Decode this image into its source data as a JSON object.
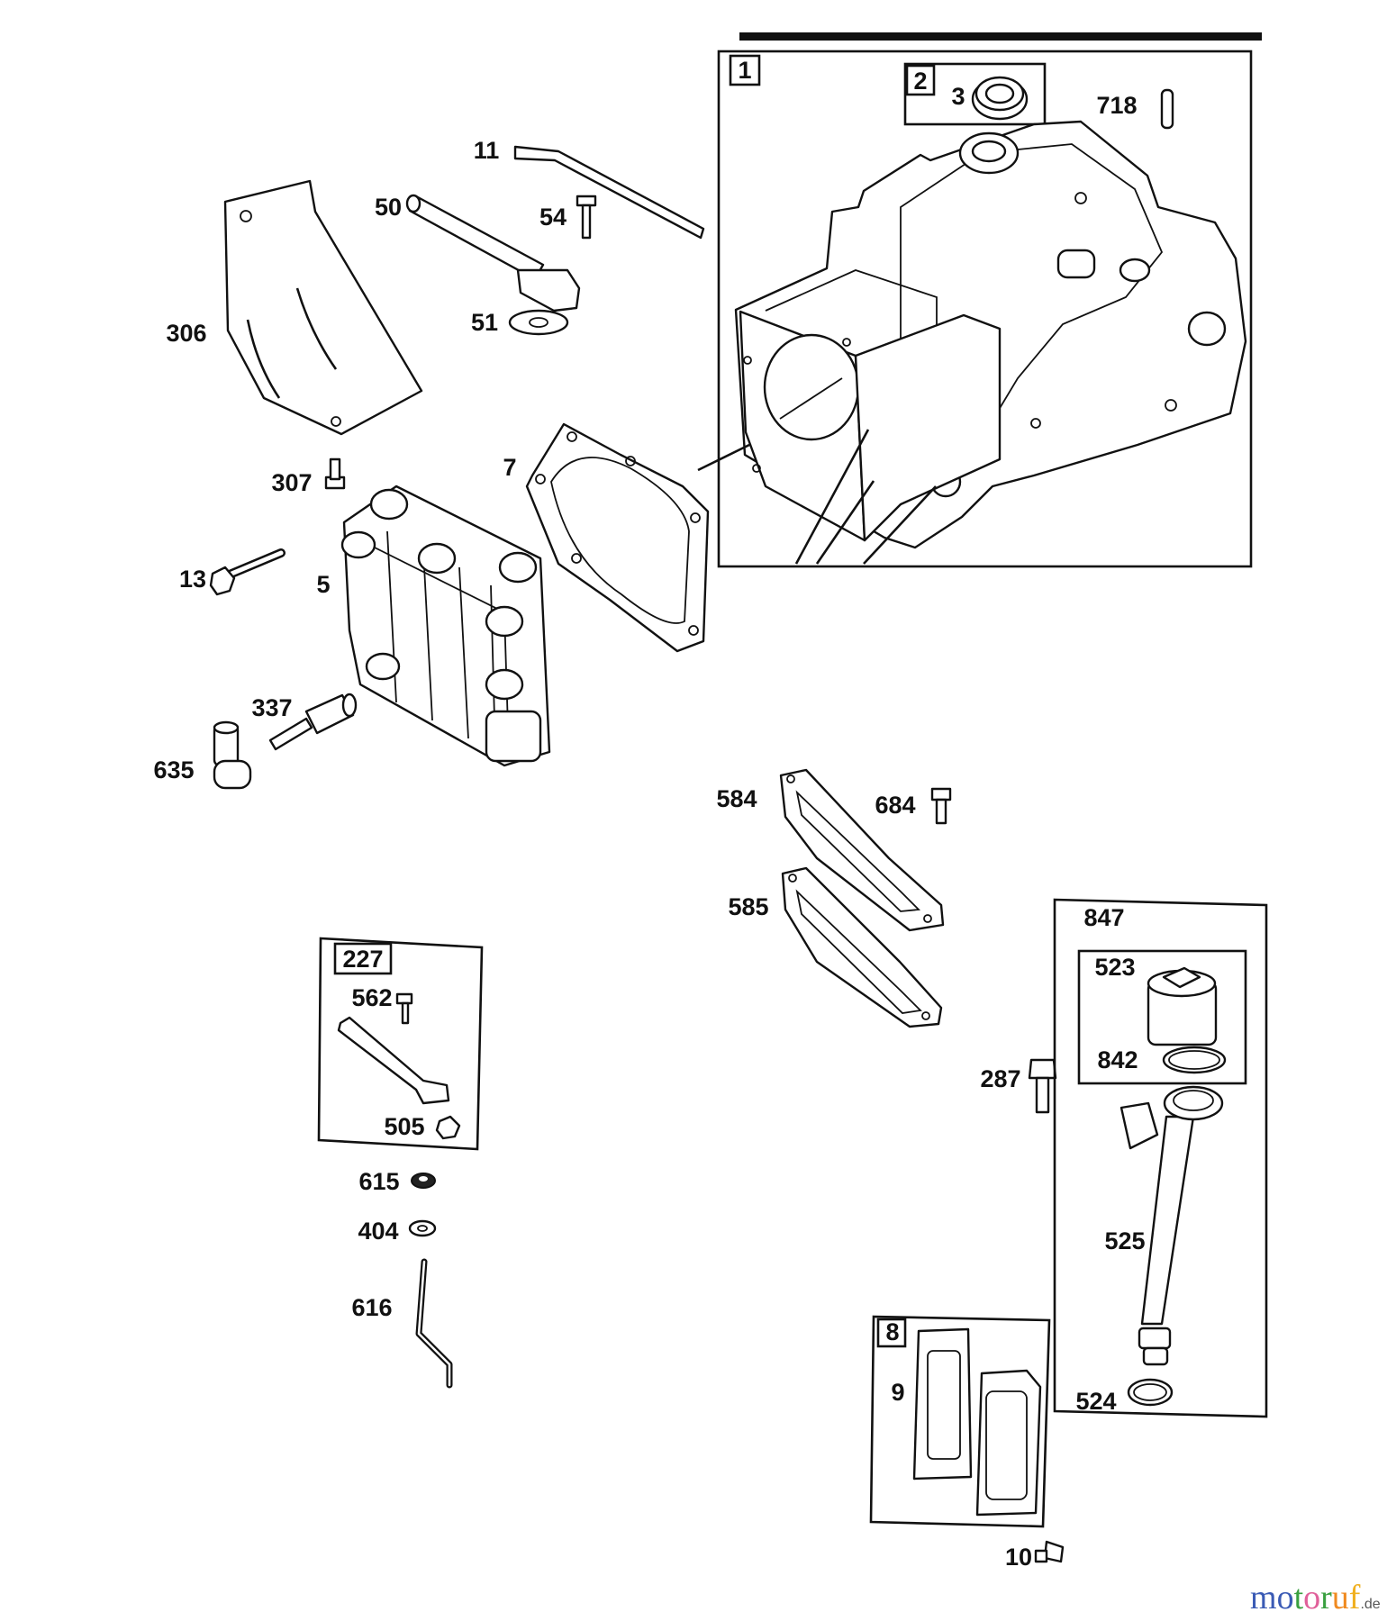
{
  "diagram": {
    "callouts": {
      "c1": "1",
      "c2": "2",
      "c3": "3",
      "c718": "718",
      "c11": "11",
      "c50": "50",
      "c54": "54",
      "c306": "306",
      "c51": "51",
      "c7": "7",
      "c307": "307",
      "c13": "13",
      "c5": "5",
      "c337": "337",
      "c635": "635",
      "c584": "584",
      "c684": "684",
      "c585": "585",
      "c847": "847",
      "c523": "523",
      "c227": "227",
      "c562": "562",
      "c842": "842",
      "c287": "287",
      "c505": "505",
      "c615": "615",
      "c404": "404",
      "c525": "525",
      "c616": "616",
      "c8": "8",
      "c9": "9",
      "c524": "524",
      "c10": "10"
    }
  },
  "watermark": {
    "letters": [
      "m",
      "o",
      "t",
      "o",
      "r",
      "u",
      "f"
    ],
    "suffix": ".de",
    "colors": [
      "#3b5bb5",
      "#3b5bb5",
      "#3aa040",
      "#e0609a",
      "#3aa040",
      "#f08a20",
      "#f0b020"
    ]
  }
}
